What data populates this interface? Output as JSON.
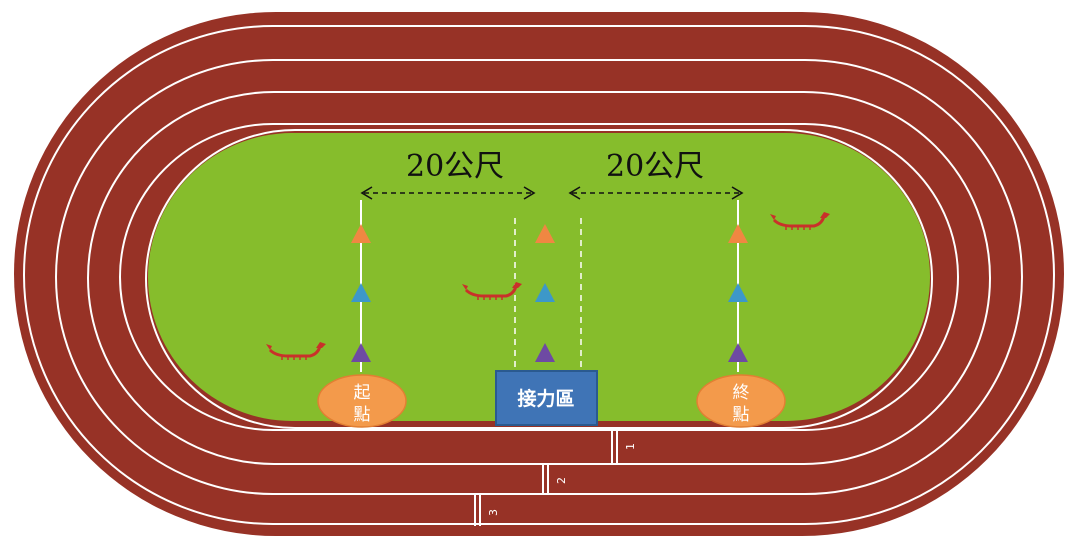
{
  "distance_left": "20公尺",
  "distance_right": "20公尺",
  "start_marker": {
    "line1": "起",
    "line2": "點"
  },
  "finish_marker": {
    "line1": "終",
    "line2": "點"
  },
  "relay_zone": "接力區",
  "lane_numbers": [
    "1",
    "2",
    "3"
  ],
  "colors": {
    "track": "#973226",
    "lane_line": "#ffffff",
    "field": "#86bd2c",
    "marker_oval": "#f39a4b",
    "relay_box": "#3f74b6",
    "cone_orange": "#f08742",
    "cone_blue": "#3d98c9",
    "cone_purple": "#6e4aa3",
    "dragon_boat": "#c9312a"
  },
  "icons": [
    "dragon-boat-icon",
    "cone-orange-icon",
    "cone-blue-icon",
    "cone-purple-icon",
    "double-arrow-icon"
  ]
}
